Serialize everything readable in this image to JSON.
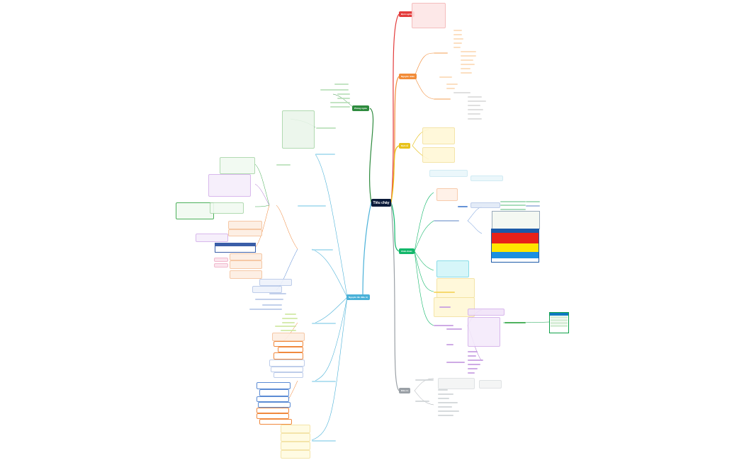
{
  "central_topic": "Tiêu chảy",
  "branches": [
    {
      "label": "Định nghĩa",
      "color": "#e33b3b"
    },
    {
      "label": "Nguyên nhân",
      "color": "#f28c38"
    },
    {
      "label": "Dịch tễ",
      "color": "#e8c21b"
    },
    {
      "label": "Chẩn đoán",
      "color": "#12b76a"
    },
    {
      "label": "Điều trị",
      "color": "#9aa0a6"
    },
    {
      "label": "Phòng ngừa",
      "color": "#2e8b3e"
    },
    {
      "label": "Nguyên tắc điều trị",
      "color": "#4ab1d8"
    }
  ],
  "colors": {
    "definition": "#e33b3b",
    "cause": "#f28c38",
    "epidemiology": "#e8c21b",
    "diagnosis": "#12b76a",
    "treatment": "#9aa0a6",
    "prevention": "#2e8b3e",
    "principles": "#4ab1d8",
    "node_purple": "#a463c9",
    "node_orange": "#ef7d2a",
    "node_green": "#3aa84a",
    "node_blue": "#4a7fd0"
  }
}
